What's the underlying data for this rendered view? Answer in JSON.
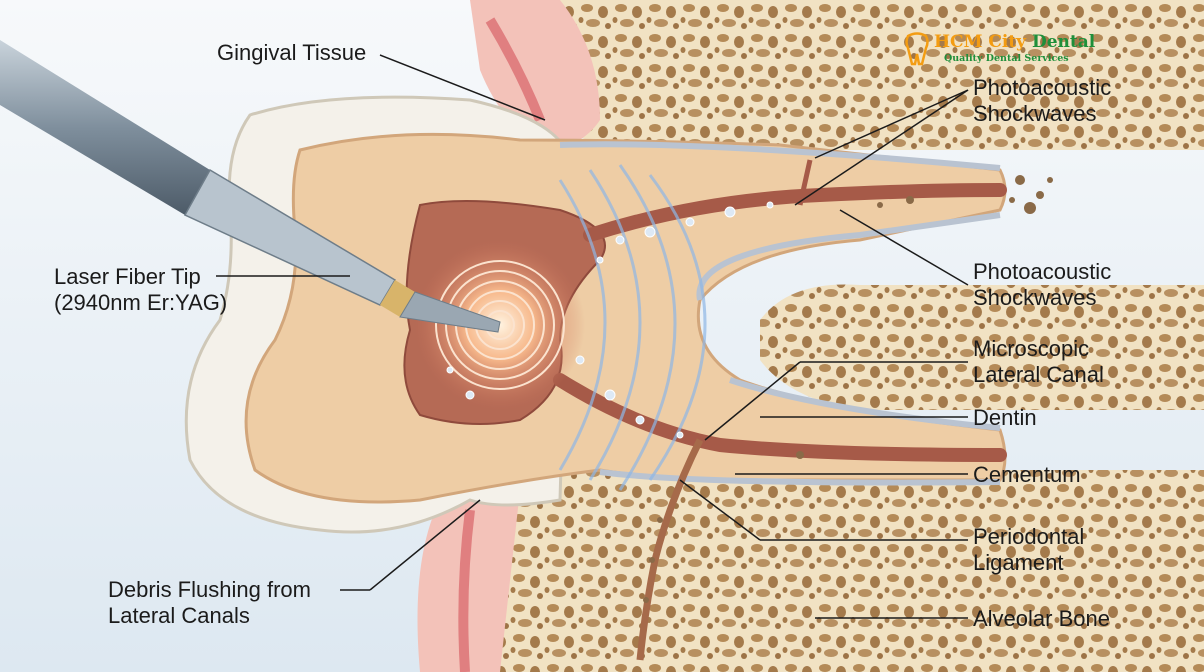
{
  "logo": {
    "name_part1": "HCM City",
    "name_part2": "Dental",
    "tagline": "Quality Dental Services"
  },
  "labels": {
    "gingival_tissue": "Gingival Tissue",
    "photoacoustic_top_line1": "Photoacoustic",
    "photoacoustic_top_line2": "Shockwaves",
    "laser_fiber_line1": "Laser Fiber Tip",
    "laser_fiber_line2": "(2940nm Er:YAG)",
    "photoacoustic_mid_line1": "Photoacoustic",
    "photoacoustic_mid_line2": "Shockwaves",
    "microscopic_line1": "Microscopic",
    "microscopic_line2": "Lateral Canal",
    "dentin": "Dentin",
    "cementum": "Cementum",
    "periodontal_line1": "Periodontal",
    "periodontal_line2": "Ligament",
    "debris_line1": "Debris Flushing from",
    "debris_line2": "Lateral Canals",
    "alveolar_bone": "Alveolar Bone"
  }
}
